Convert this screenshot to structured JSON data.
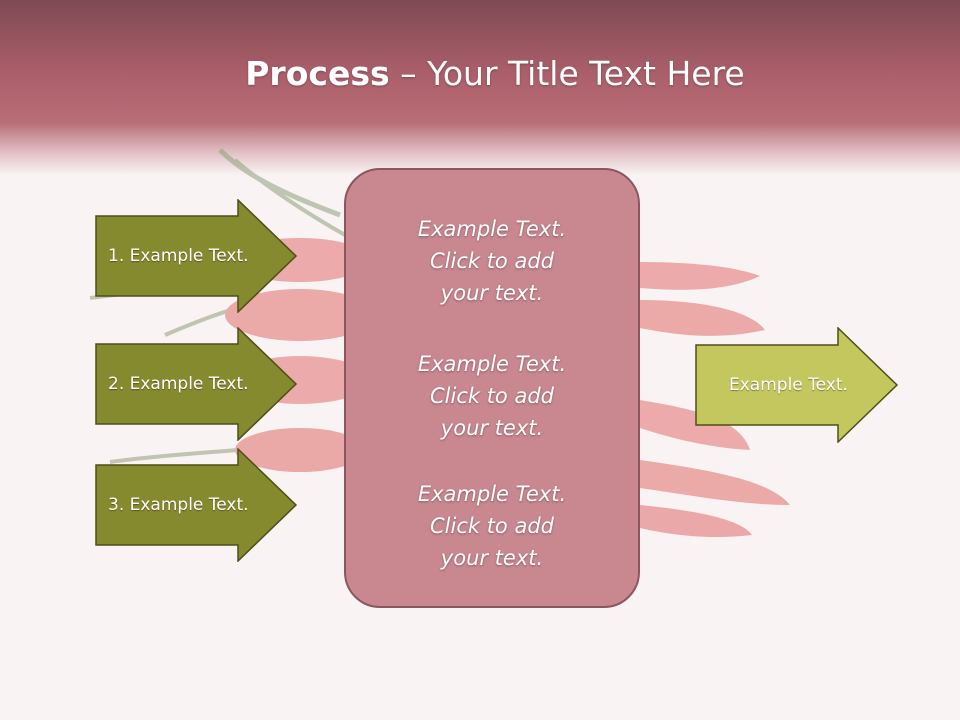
{
  "slide": {
    "title_bold": "Process",
    "title_rest": " – Your Title Text Here"
  },
  "steps": [
    {
      "label": "1. Example Text."
    },
    {
      "label": "2. Example Text."
    },
    {
      "label": "3. Example Text."
    }
  ],
  "center_box": {
    "blocks": [
      {
        "line1": "Example Text.",
        "line2": "Click  to add",
        "line3": "your text."
      },
      {
        "line1": "Example Text.",
        "line2": "Click  to add",
        "line3": "your text."
      },
      {
        "line1": "Example Text.",
        "line2": "Click  to add",
        "line3": "your text."
      }
    ]
  },
  "result_arrow": {
    "label": "Example Text."
  },
  "colors": {
    "header": "#a95e69",
    "step_arrow_fill": "#868a2e",
    "result_arrow_fill": "#c4c65e",
    "center_box_fill": "#c98790"
  }
}
